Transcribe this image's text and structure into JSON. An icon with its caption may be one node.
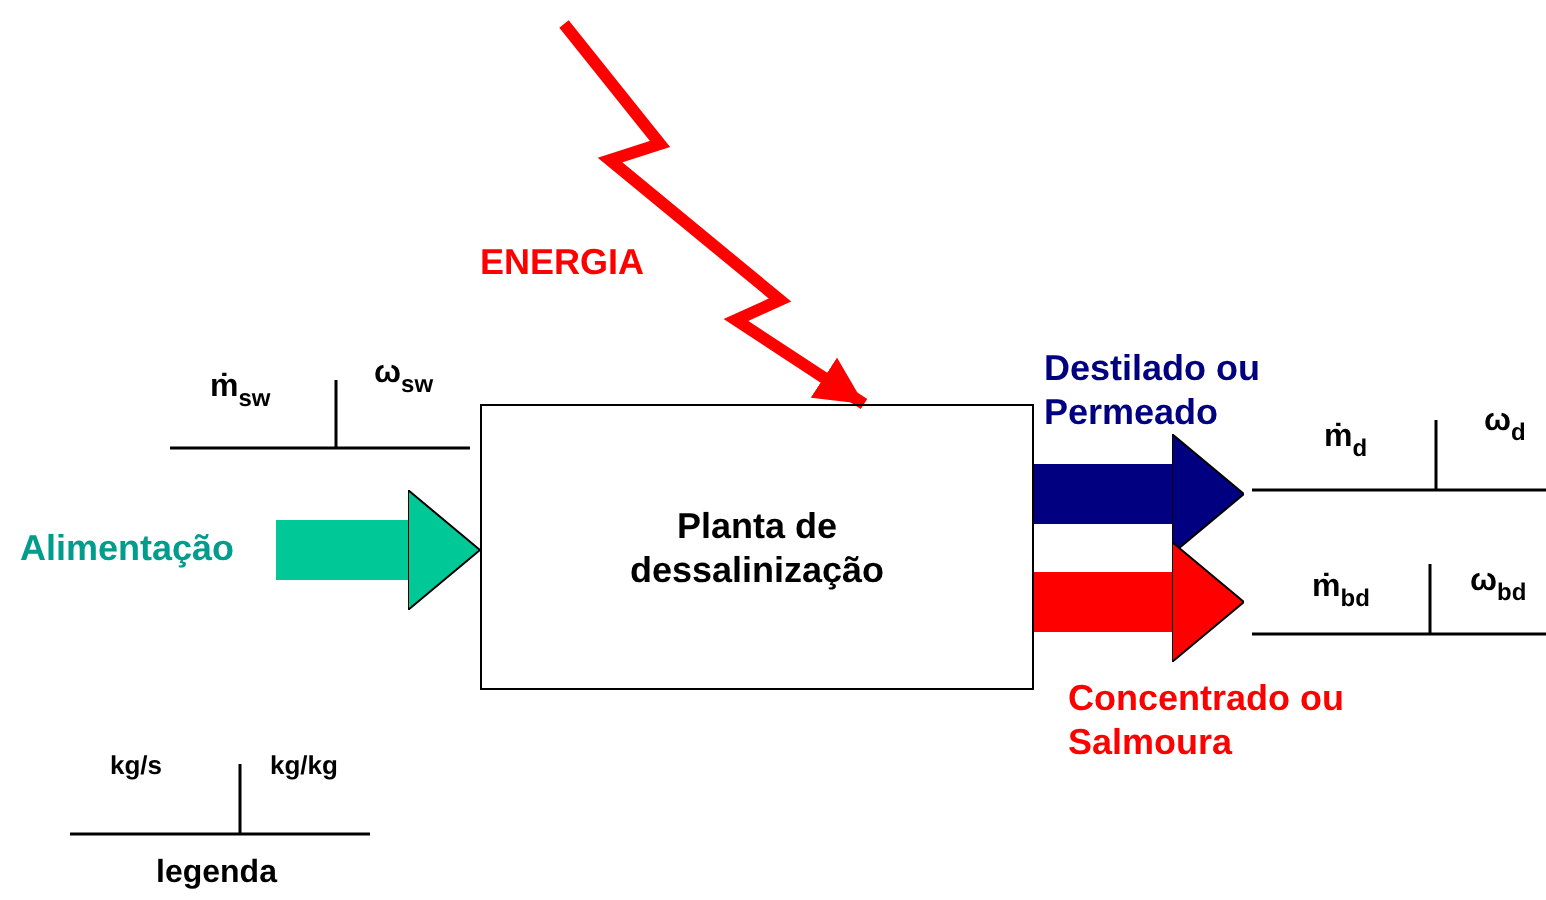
{
  "diagram": {
    "nodes": [
      {
        "text": [
          "Alimentação"
        ]
      },
      {
        "text": [
          "Planta de dessalinização"
        ]
      }
    ],
    "edges": [
      {
        "from": 0,
        "to": 1,
        "arrow": "to",
        "color": "#00c896"
      },
      {
        "from": null,
        "to": 1,
        "arrow": "to",
        "label": "ENERGIA",
        "color": "#ff0000"
      },
      {
        "from": 1,
        "to": null,
        "arrow": "to",
        "label": "Destilado ou Permeado",
        "color": "#000080"
      },
      {
        "from": 1,
        "to": null,
        "arrow": "to",
        "label": "Concentrado ou Salmoura",
        "color": "#ff0000"
      }
    ],
    "labels": [
      "ṁ$_{sw}$",
      "ω$_{sw}$",
      "ṁ$_{d}$",
      "ω$_{d}$",
      "ṁ$_{bd}$",
      "ω$_{bd}$",
      "kg/s",
      "kg/kg",
      "legenda"
    ]
  }
}
